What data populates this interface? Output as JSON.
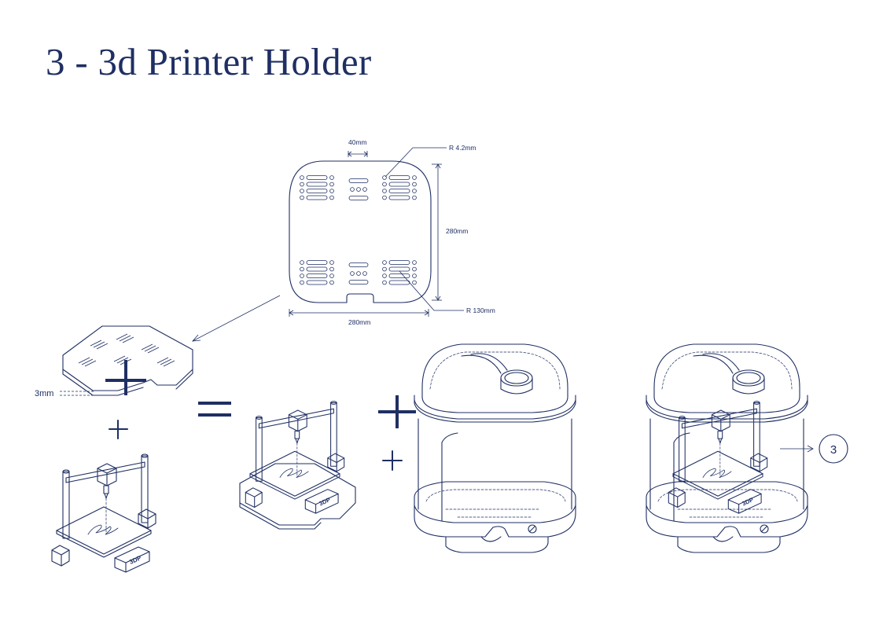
{
  "title": "3 - 3d Printer Holder",
  "plate": {
    "slot_width": "40mm",
    "hole_radius": "R 4.2mm",
    "height": "280mm",
    "width": "280mm",
    "corner_radius": "R 130mm"
  },
  "assembly": {
    "thickness": "3mm",
    "printer_badge": "3DP",
    "step_number": "3"
  },
  "colors": {
    "ink": "#1f2f63",
    "background": "#ffffff"
  },
  "icons": [
    "plus-icon",
    "equals-icon",
    "arrow-right-icon",
    "screw-icon"
  ]
}
